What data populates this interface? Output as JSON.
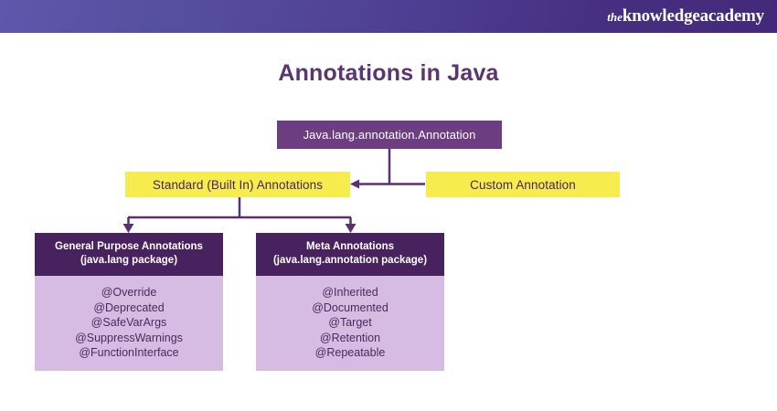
{
  "header": {
    "logo_the": "the",
    "logo_name": "knowledgeacademy",
    "gradient_from": "#5e57ab",
    "gradient_to": "#44297a"
  },
  "title": "Annotations in Java",
  "title_color": "#5b3470",
  "colors": {
    "root_box": "#6d3d82",
    "yellow_box": "#f6ec4e",
    "panel_header": "#48215f",
    "panel_body": "#d6bce2",
    "connector": "#5c2f70",
    "text_dark_purple": "#46275c"
  },
  "diagram": {
    "root": {
      "label": "Java.lang.annotation.Annotation"
    },
    "branches": [
      {
        "label": "Standard (Built In) Annotations"
      },
      {
        "label": "Custom Annotation"
      }
    ],
    "panels": [
      {
        "title_line1": "General Purpose Annotations",
        "title_line2": "(java.lang package)",
        "items": [
          "@Override",
          "@Deprecated",
          "@SafeVarArgs",
          "@SuppressWarnings",
          "@FunctionInterface"
        ]
      },
      {
        "title_line1": "Meta Annotations",
        "title_line2": "(java.lang.annotation package)",
        "items": [
          "@Inherited",
          "@Documented",
          "@Target",
          "@Retention",
          "@Repeatable"
        ]
      }
    ]
  }
}
